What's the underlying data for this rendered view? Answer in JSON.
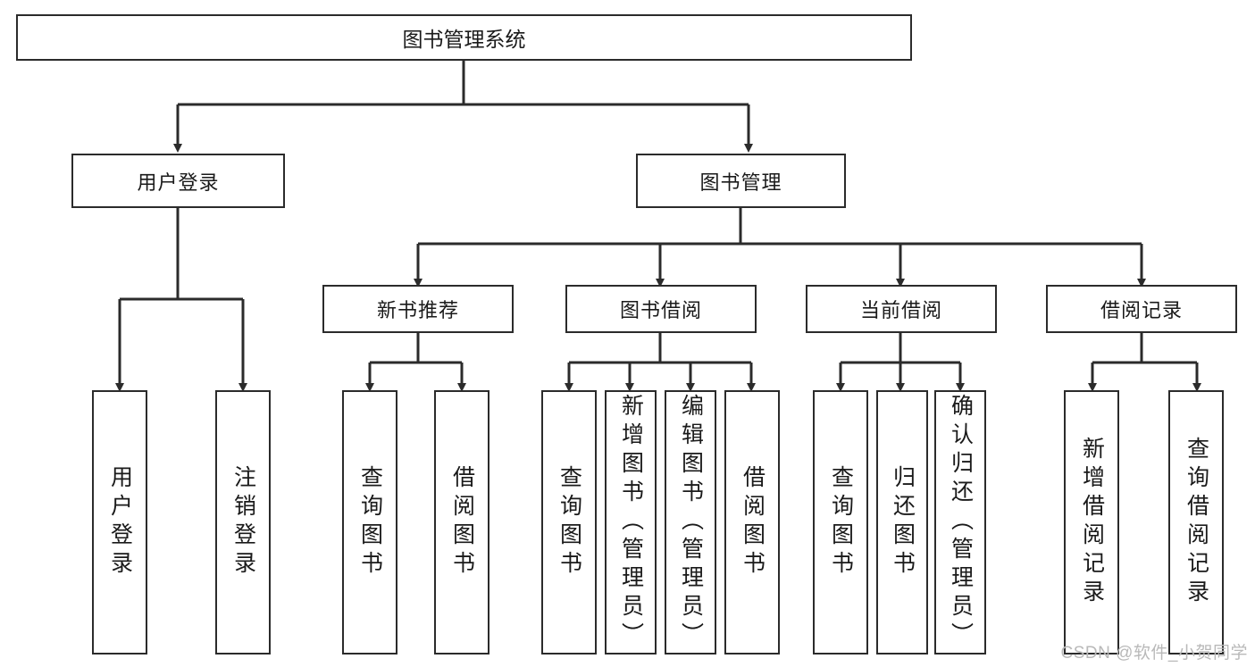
{
  "diagram": {
    "type": "tree",
    "title": "图书管理系统",
    "root": {
      "label": "图书管理系统"
    },
    "level1": [
      {
        "label": "用户登录"
      },
      {
        "label": "图书管理"
      }
    ],
    "level2": [
      {
        "label": "新书推荐"
      },
      {
        "label": "图书借阅"
      },
      {
        "label": "当前借阅"
      },
      {
        "label": "借阅记录"
      }
    ],
    "leaves": {
      "user_login": [
        {
          "label": "用户登录"
        },
        {
          "label": "注销登录"
        }
      ],
      "new_book_recommend": [
        {
          "label": "查询图书"
        },
        {
          "label": "借阅图书"
        }
      ],
      "book_borrow": [
        {
          "label": "查询图书"
        },
        {
          "label": "新增图书（管理员）"
        },
        {
          "label": "编辑图书（管理员）"
        },
        {
          "label": "借阅图书"
        }
      ],
      "current_borrow": [
        {
          "label": "查询图书"
        },
        {
          "label": "归还图书"
        },
        {
          "label": "确认归还（管理员）"
        }
      ],
      "borrow_record": [
        {
          "label": "新增借阅记录"
        },
        {
          "label": "查询借阅记录"
        }
      ]
    }
  },
  "watermark": {
    "text": "CSDN @软件_小贺同学"
  },
  "colors": {
    "stroke": "#2b2b2b",
    "fill": "#ffffff",
    "text": "#1a1a1a",
    "watermark": "#b9b9b9"
  }
}
